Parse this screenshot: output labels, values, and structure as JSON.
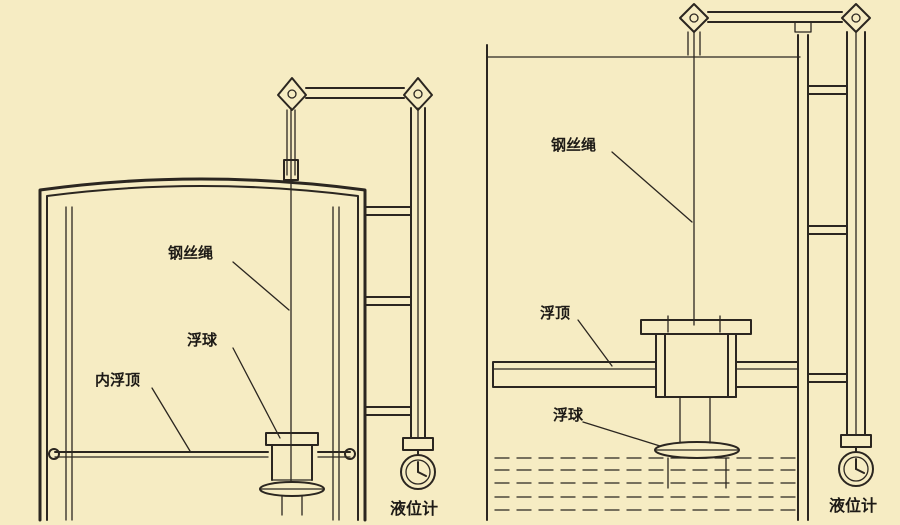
{
  "left_diagram": {
    "labels": {
      "wire_rope": "钢丝绳",
      "float_ball": "浮球",
      "internal_floating_roof": "内浮顶",
      "level_gauge": "液位计"
    }
  },
  "right_diagram": {
    "labels": {
      "wire_rope": "钢丝绳",
      "floating_roof": "浮顶",
      "float_ball": "浮球",
      "level_gauge": "液位计"
    }
  },
  "colors": {
    "background": "#f6ecc3",
    "ink": "#2b2620"
  }
}
